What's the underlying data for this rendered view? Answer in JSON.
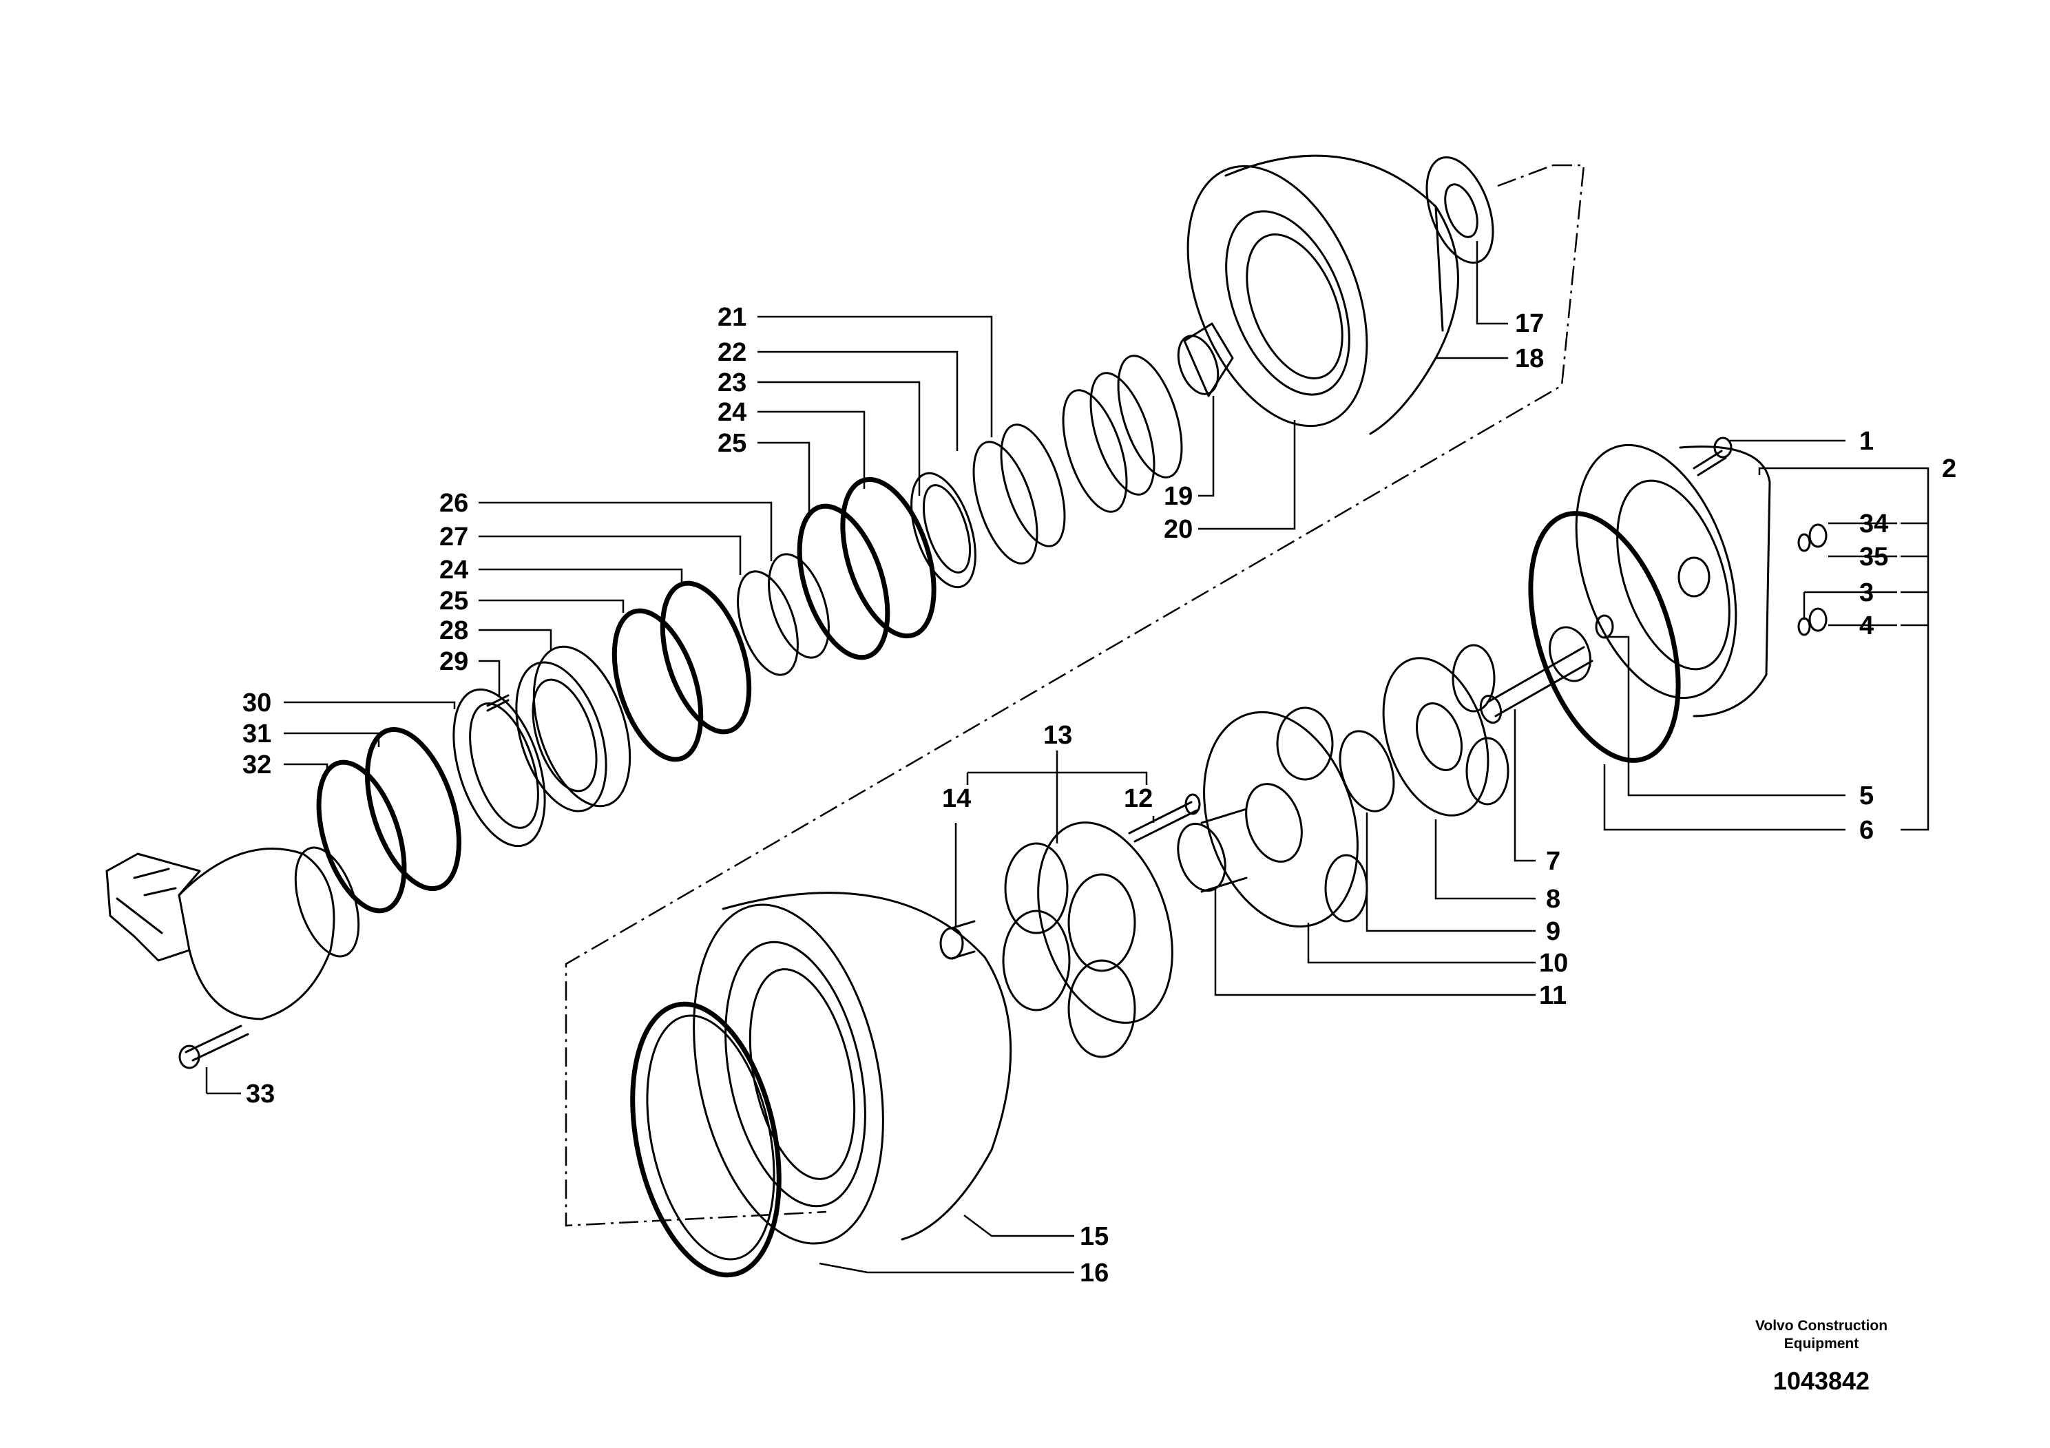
{
  "diagram": {
    "callouts": [
      "1",
      "2",
      "3",
      "4",
      "5",
      "6",
      "7",
      "8",
      "9",
      "10",
      "11",
      "12",
      "13",
      "14",
      "15",
      "16",
      "17",
      "18",
      "19",
      "20",
      "21",
      "22",
      "23",
      "24",
      "25",
      "26",
      "27",
      "24",
      "25",
      "28",
      "29",
      "30",
      "31",
      "32",
      "33",
      "34",
      "35"
    ]
  },
  "footer": {
    "credit_line1": "Volvo Construction",
    "credit_line2": "Equipment",
    "document_number": "1043842"
  }
}
